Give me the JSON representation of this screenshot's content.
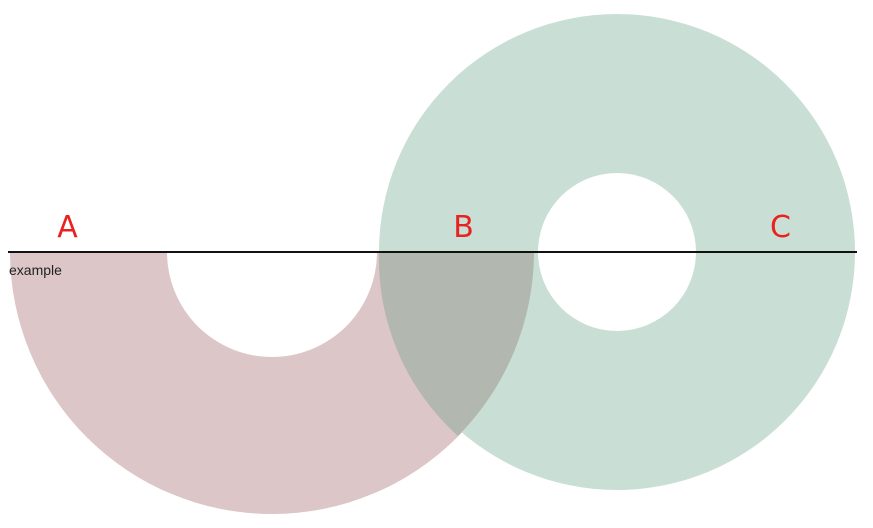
{
  "labels": {
    "a": "A",
    "b": "B",
    "c": "C",
    "caption": "example"
  },
  "colors": {
    "label": "#e8231f",
    "caption": "#222222",
    "lower_ring": "#dcc6c8",
    "overlap": "#b2b7b0",
    "green_ring": "#c9dfd5",
    "baseline": "#111111",
    "background": "#ffffff"
  }
}
